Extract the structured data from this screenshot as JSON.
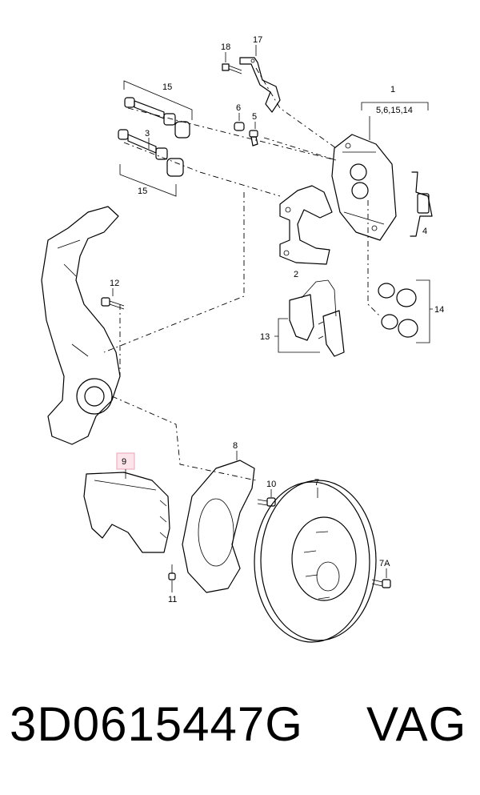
{
  "diagram": {
    "labels": {
      "l1": "1",
      "l1_sub": "5,6,15,14",
      "l2": "2",
      "l3": "3",
      "l4": "4",
      "l5": "5",
      "l6": "6",
      "l7": "7",
      "l7a": "7A",
      "l8": "8",
      "l9": "9",
      "l10": "10",
      "l11": "11",
      "l12": "12",
      "l13": "13",
      "l14": "14",
      "l15_top": "15",
      "l15_bottom": "15",
      "l17": "17",
      "l18": "18"
    },
    "highlight_color": "#fde4ea"
  },
  "footer": {
    "part_number": "3D0615447G",
    "brand": "VAG"
  }
}
